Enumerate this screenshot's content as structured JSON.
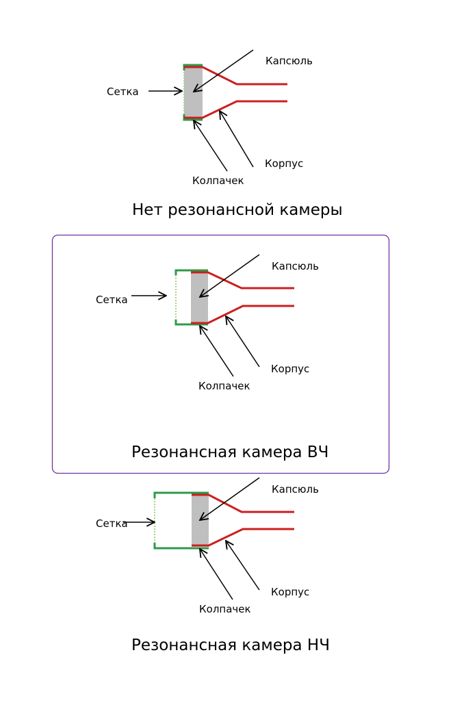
{
  "colors": {
    "body": "#cc1f1f",
    "frame": "#2e9a4a",
    "grid_dots": "#a8d08d",
    "capsule": "#bfbfbf",
    "arrow": "#000000",
    "highlight_box": "#7030a0"
  },
  "diagrams": [
    {
      "id": "no-chamber",
      "title": "Нет резонансной камеры",
      "labels": {
        "capsule": "Капсюль",
        "grid": "Сетка",
        "body": "Корпус",
        "cap": "Колпачек"
      },
      "highlighted": false
    },
    {
      "id": "hf-chamber",
      "title": "Резонансная камера ВЧ",
      "labels": {
        "capsule": "Капсюль",
        "grid": "Сетка",
        "body": "Корпус",
        "cap": "Колпачек"
      },
      "highlighted": true
    },
    {
      "id": "lf-chamber",
      "title": "Резонансная камера НЧ",
      "labels": {
        "capsule": "Капсюль",
        "grid": "Сетка",
        "body": "Корпус",
        "cap": "Колпачек"
      },
      "highlighted": false
    }
  ]
}
